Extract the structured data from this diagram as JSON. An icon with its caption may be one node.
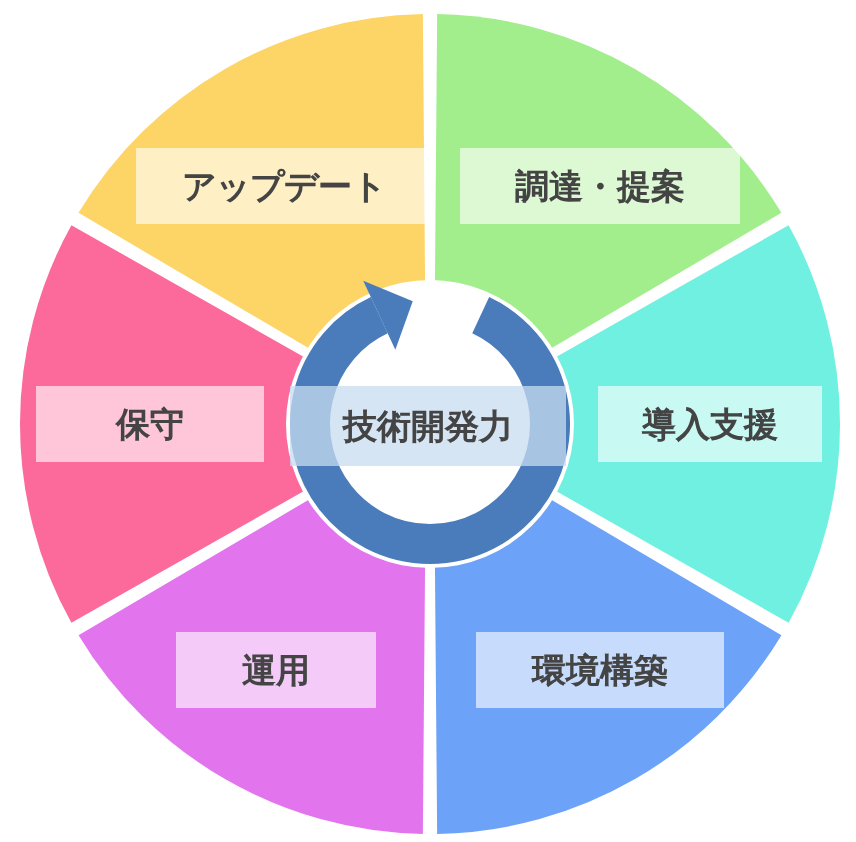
{
  "diagram": {
    "nodes": [
      {
        "text": [
          "アップデート"
        ]
      },
      {
        "text": [
          "調達・提案"
        ]
      },
      {
        "text": [
          "保守"
        ]
      },
      {
        "text": [
          "導入支援"
        ]
      },
      {
        "text": [
          "運用"
        ]
      },
      {
        "text": [
          "環境構築"
        ]
      },
      {
        "text": [
          "技術開発力"
        ]
      }
    ]
  }
}
